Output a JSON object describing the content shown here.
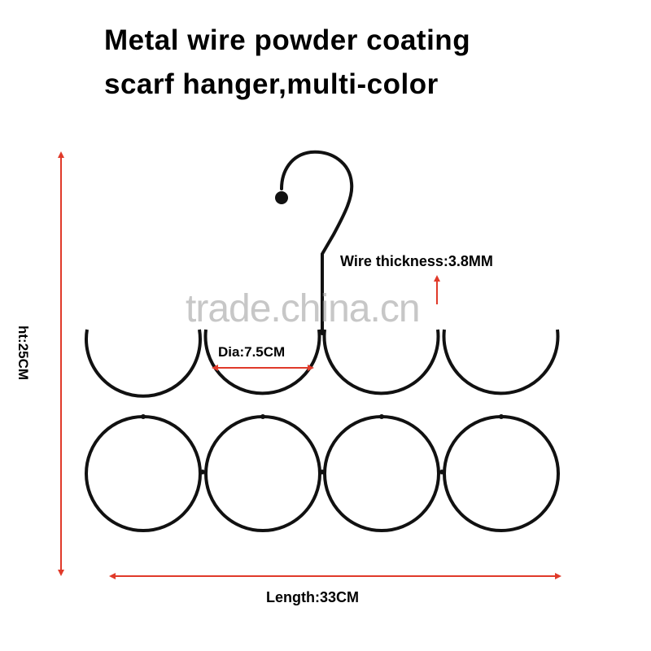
{
  "title": {
    "line1": "Metal wire powder coating",
    "line2": "scarf hanger,multi-color"
  },
  "annotations": {
    "wire_thickness": "Wire thickness:3.8MM",
    "diameter": "Dia:7.5CM",
    "length": "Length:33CM",
    "height": "ht:25CM"
  },
  "watermark": "trade.china.cn",
  "colors": {
    "dimension_arrow": "#e03a2a",
    "hanger": "#111111",
    "background": "#ffffff"
  }
}
